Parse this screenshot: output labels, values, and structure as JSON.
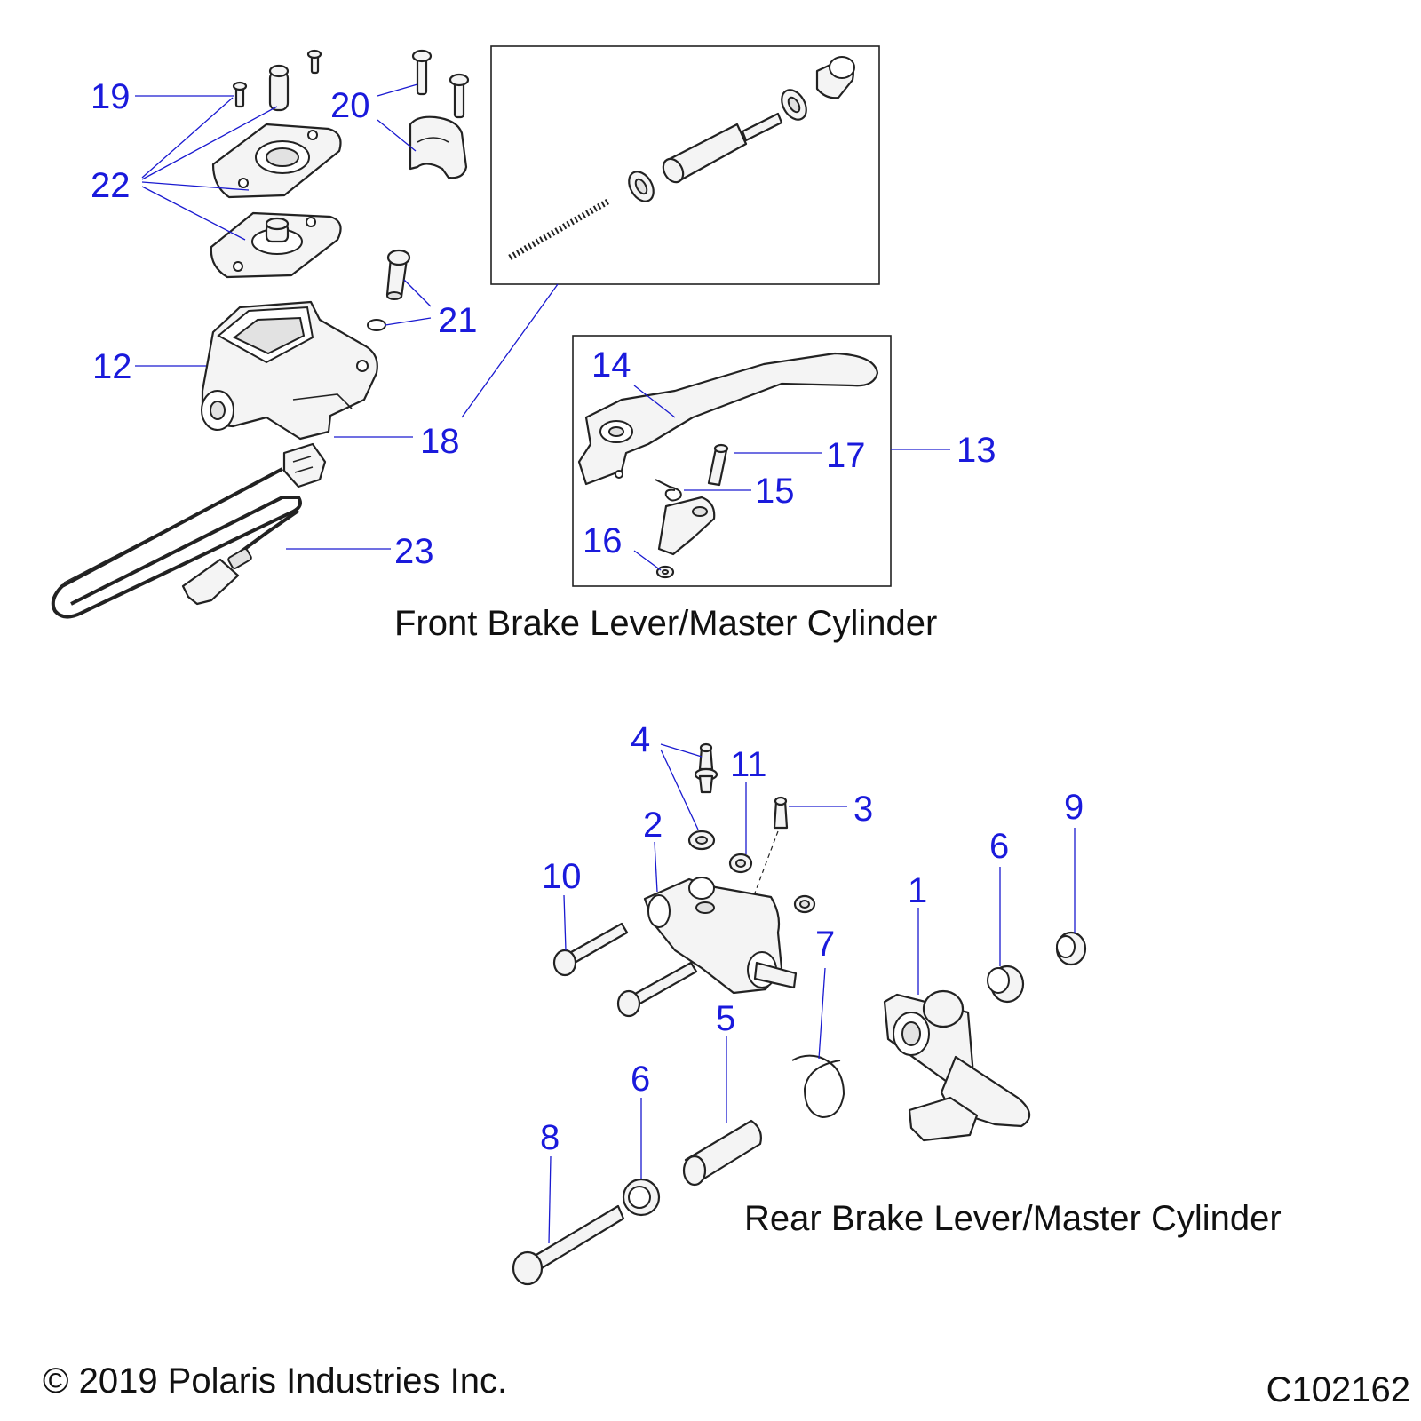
{
  "captions": {
    "front": "Front Brake Lever/Master Cylinder",
    "rear": "Rear Brake Lever/Master Cylinder",
    "copyright": "© 2019 Polaris Industries Inc.",
    "drawing_id": "C102162"
  },
  "callouts": {
    "c1": "1",
    "c2": "2",
    "c3": "3",
    "c4": "4",
    "c5": "5",
    "c6a": "6",
    "c6b": "6",
    "c7": "7",
    "c8": "8",
    "c9": "9",
    "c10": "10",
    "c11": "11",
    "c12": "12",
    "c13": "13",
    "c14": "14",
    "c15": "15",
    "c16": "16",
    "c17": "17",
    "c18": "18",
    "c19": "19",
    "c20": "20",
    "c21": "21",
    "c22": "22",
    "c23": "23"
  },
  "colors": {
    "callout": "#1a1adc",
    "leader": "#1a1ad0",
    "outline": "#222222"
  }
}
